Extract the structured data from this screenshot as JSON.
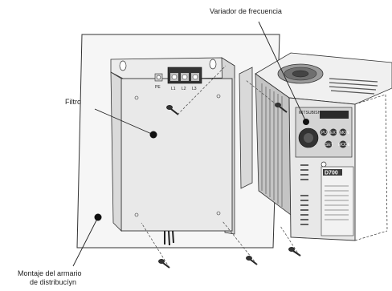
{
  "labels": {
    "inverter": "Variador de frecuencia",
    "filter": "Filtro",
    "cabinet_line1": "Montaje del armario",
    "cabinet_line2": "de distribucíyn"
  },
  "terminals": {
    "pe": "PE",
    "l1": "L1",
    "l2": "L2",
    "l3": "L3"
  },
  "inverter_panel": {
    "brand": "MITSUBISHI",
    "model": "D700",
    "keys": [
      "PU",
      "EXT",
      "MON",
      "SET",
      "MODE"
    ]
  }
}
